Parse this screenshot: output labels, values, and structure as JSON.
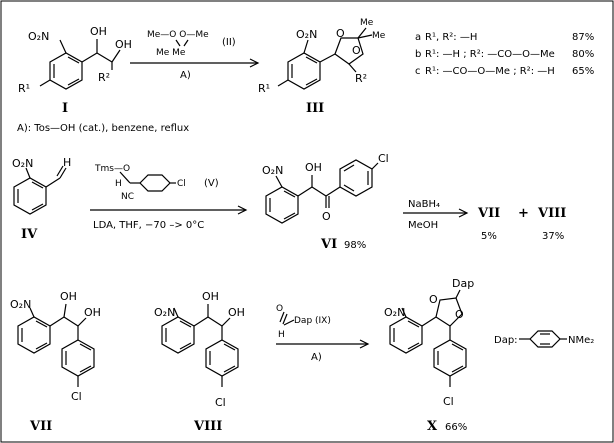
{
  "compounds": {
    "I": "I",
    "III": "III",
    "IV": "IV",
    "VI": "VI",
    "VII": "VII",
    "VIII": "VIII",
    "X": "X"
  },
  "yields": {
    "VI": "98%",
    "VII": "5%",
    "VIII": "37%",
    "X": "66%"
  },
  "reaction1": {
    "reagent_name": "(II)",
    "reagent_top": "Me—O  O—Me",
    "reagent_bottom": "Me    Me",
    "condition": "A)"
  },
  "footnote": "A): Tos—OH (cat.), benzene, reflux",
  "substituents": [
    {
      "tag": "a",
      "text": "R¹, R²: —H",
      "yield": "87%"
    },
    {
      "tag": "b",
      "text": "R¹: —H ; R²: —CO—O—Me",
      "yield": "80%"
    },
    {
      "tag": "c",
      "text": "R¹: —CO—O—Me ; R²: —H",
      "yield": "65%"
    }
  ],
  "reaction2": {
    "reagent_name": "(V)",
    "reagent_group": "Tms—O",
    "reagent_h": "H",
    "reagent_cn": "NC",
    "condition": "LDA, THF, −70 –> 0°C"
  },
  "reaction3": {
    "reagent_top": "NaBH₄",
    "reagent_bottom": "MeOH",
    "product_a": "VII",
    "plus": "+",
    "product_b": "VIII"
  },
  "reaction4": {
    "reagent": "Dap (IX)",
    "reagent_h": "H",
    "condition": "A)"
  },
  "dap_legend": {
    "label": "Dap:",
    "group": "NMe₂"
  },
  "atoms": {
    "nitro": "O₂N",
    "oh": "OH",
    "o": "O",
    "cl": "Cl",
    "r1": "R¹",
    "r2": "R²",
    "me": "Me",
    "dap": "Dap",
    "h": "H"
  }
}
